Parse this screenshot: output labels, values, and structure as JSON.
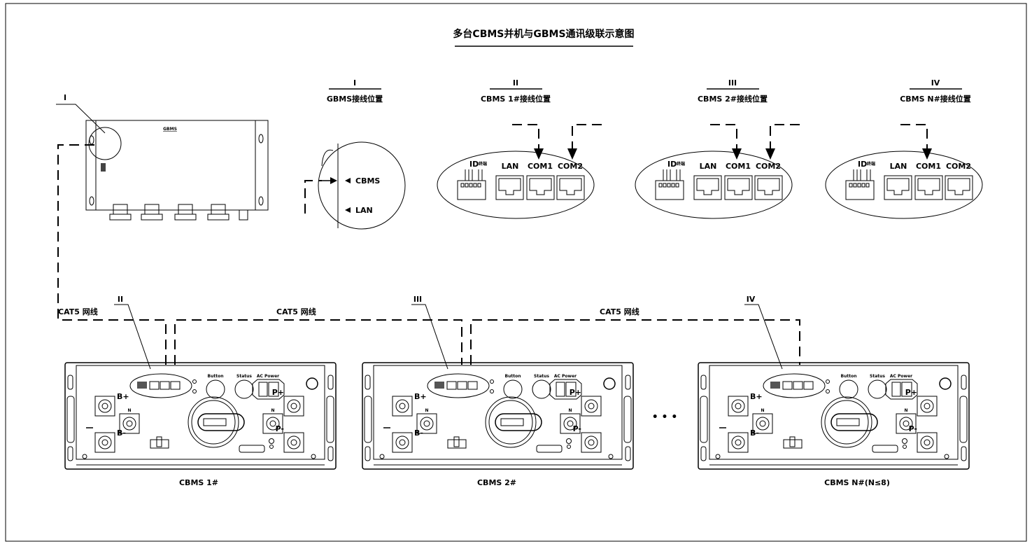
{
  "title": "多台CBMS并机与GBMS通讯级联示意图",
  "callouts": {
    "I": "I",
    "II": "II",
    "III": "III",
    "IV": "IV"
  },
  "details": [
    {
      "numeral": "I",
      "caption": "GBMS接线位置",
      "labels": [
        "CBMS",
        "LAN"
      ]
    },
    {
      "numeral": "II",
      "caption": "CBMS 1#接线位置"
    },
    {
      "numeral": "III",
      "caption": "CBMS 2#接线位置"
    },
    {
      "numeral": "IV",
      "caption": "CBMS N#接线位置"
    }
  ],
  "port_labels": {
    "id": "ID",
    "terminal": "终端",
    "lan": "LAN",
    "com1": "COM1",
    "com2": "COM2"
  },
  "gbms": {
    "name": "GBMS"
  },
  "cable_label": "CAT5 网线",
  "device_labels": {
    "b_plus": "B+",
    "b_minus": "B-",
    "n": "N",
    "p_plus": "P+",
    "p_minus": "P-",
    "ac_power": "AC Power",
    "button": "Button",
    "status": "Status"
  },
  "units": [
    "CBMS 1#",
    "CBMS 2#",
    "CBMS N#(N≤8)"
  ],
  "ellipsis": "• • •"
}
